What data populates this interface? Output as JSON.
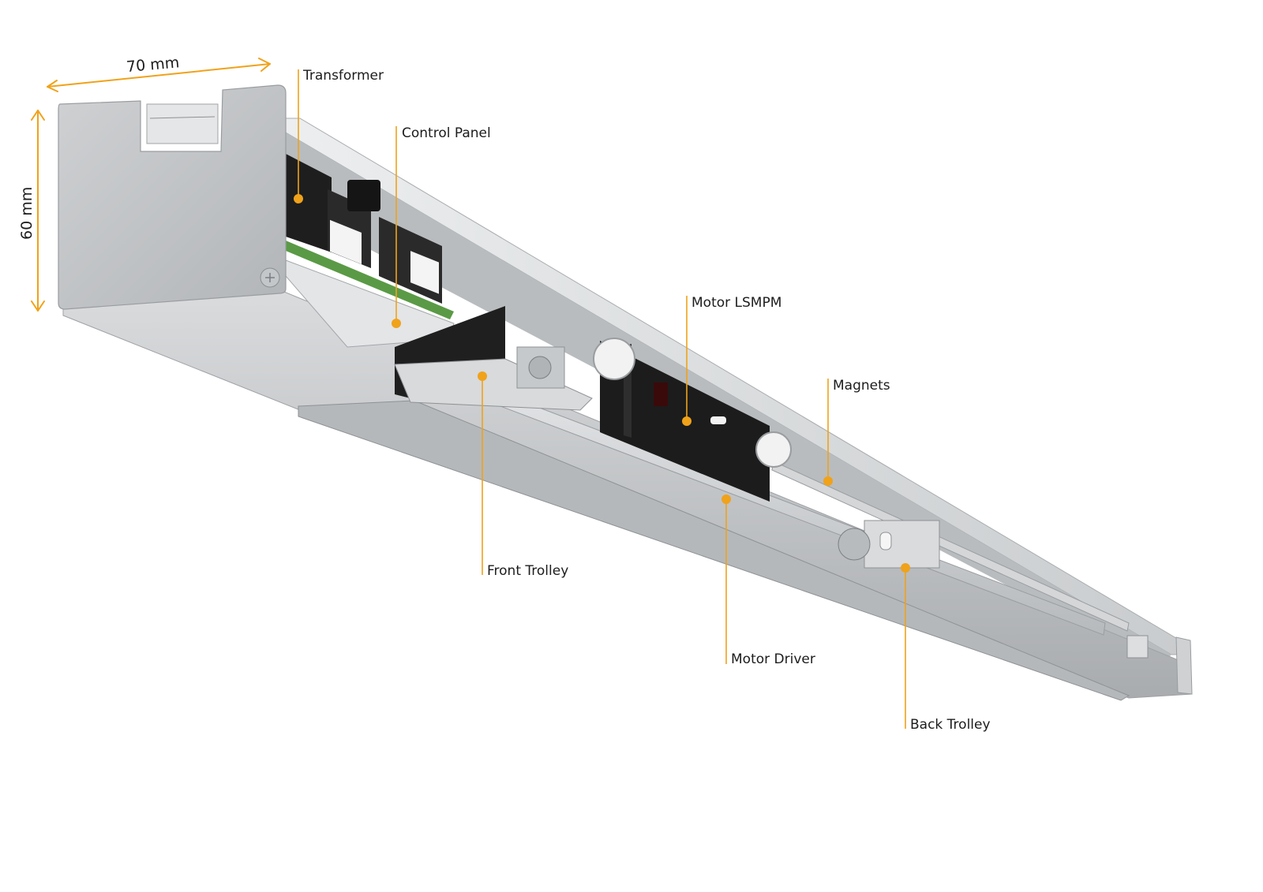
{
  "dimensions": {
    "width": "70 mm",
    "height": "60 mm"
  },
  "callouts": [
    {
      "id": "transformer",
      "label": "Transformer"
    },
    {
      "id": "control-panel",
      "label": "Control Panel"
    },
    {
      "id": "motor-lsmpm",
      "label": "Motor LSMPM"
    },
    {
      "id": "magnets",
      "label": "Magnets"
    },
    {
      "id": "front-trolley",
      "label": "Front Trolley"
    },
    {
      "id": "motor-driver",
      "label": "Motor Driver"
    },
    {
      "id": "back-trolley",
      "label": "Back Trolley"
    }
  ],
  "colors": {
    "accent": "#f0a21a",
    "aluminum": "#c8cacc",
    "black_parts": "#1e1e1e",
    "pcb_green": "#5a9a46"
  }
}
